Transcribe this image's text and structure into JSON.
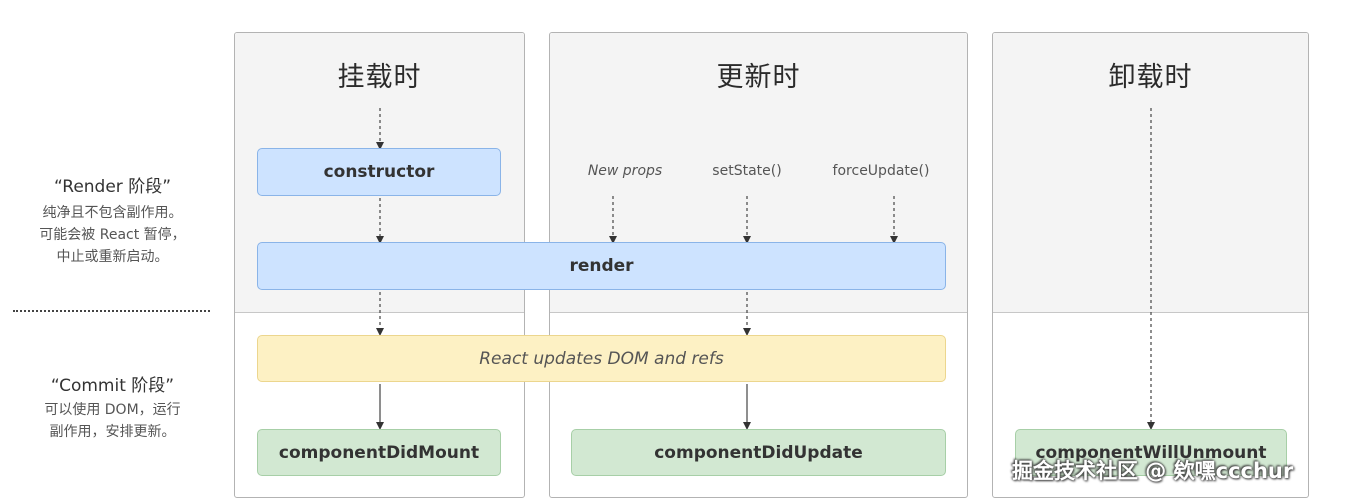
{
  "phases": {
    "render": {
      "title": "“Render 阶段”",
      "desc": [
        "纯净且不包含副作用。",
        "可能会被 React 暂停，",
        "中止或重新启动。"
      ]
    },
    "commit": {
      "title": "“Commit 阶段”",
      "desc": [
        "可以使用 DOM，运行",
        "副作用，安排更新。"
      ]
    }
  },
  "columns": {
    "mount": "挂载时",
    "update": "更新时",
    "unmount": "卸载时"
  },
  "triggers": {
    "new_props": "New props",
    "set_state": "setState()",
    "force_update": "forceUpdate()"
  },
  "boxes": {
    "constructor": "constructor",
    "render": "render",
    "react_updates": "React updates DOM and refs",
    "did_mount": "componentDidMount",
    "did_update": "componentDidUpdate",
    "will_unmount": "componentWillUnmount"
  },
  "watermark": "掘金技术社区 @ 欸嘿ccchur",
  "colors": {
    "blue_box": "#cde3ff",
    "yellow_box": "#fdf1c4",
    "green_box": "#d2e8d2"
  }
}
